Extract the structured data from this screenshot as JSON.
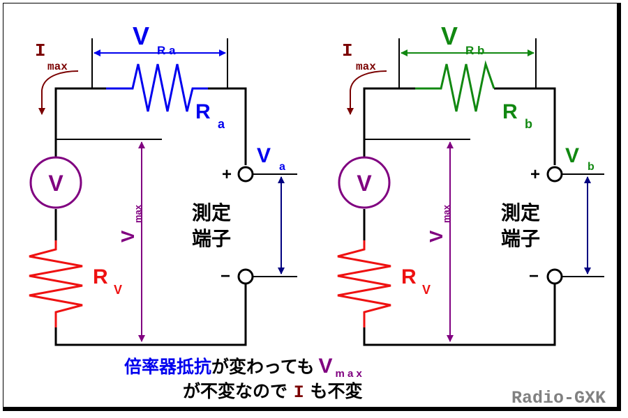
{
  "colors": {
    "wire": "#000000",
    "blue": "#0000ee",
    "green": "#118811",
    "red": "#ee1111",
    "purple": "#800080",
    "darkred": "#7a0000",
    "navy": "#000080",
    "gray": "#808080"
  },
  "left": {
    "imax_i": "I",
    "imax_sub": "max",
    "vr_main": "V",
    "vr_sub": "R a",
    "r_main": "R",
    "r_sub": "a",
    "vmeter": "V",
    "rv_main": "R",
    "rv_sub": "V",
    "vmax_main": "V",
    "vmax_sub": "max",
    "term_main": "V",
    "term_sub": "a",
    "plus": "+",
    "minus": "−",
    "meas1": "測定",
    "meas2": "端子"
  },
  "right": {
    "imax_i": "I",
    "imax_sub": "max",
    "vr_main": "V",
    "vr_sub": "R b",
    "r_main": "R",
    "r_sub": "b",
    "vmeter": "V",
    "rv_main": "R",
    "rv_sub": "V",
    "vmax_main": "V",
    "vmax_sub": "max",
    "term_main": "V",
    "term_sub": "b",
    "plus": "+",
    "minus": "−",
    "meas1": "測定",
    "meas2": "端子"
  },
  "caption": {
    "line1_blue": "倍率器抵抗",
    "line1_black": "が変わっても",
    "line1_v": "V",
    "line1_vsub": "m a x",
    "line2_a": "が不変なので ",
    "line2_i": "I",
    "line2_b": " も不変"
  },
  "credit": "Radio-GXK"
}
